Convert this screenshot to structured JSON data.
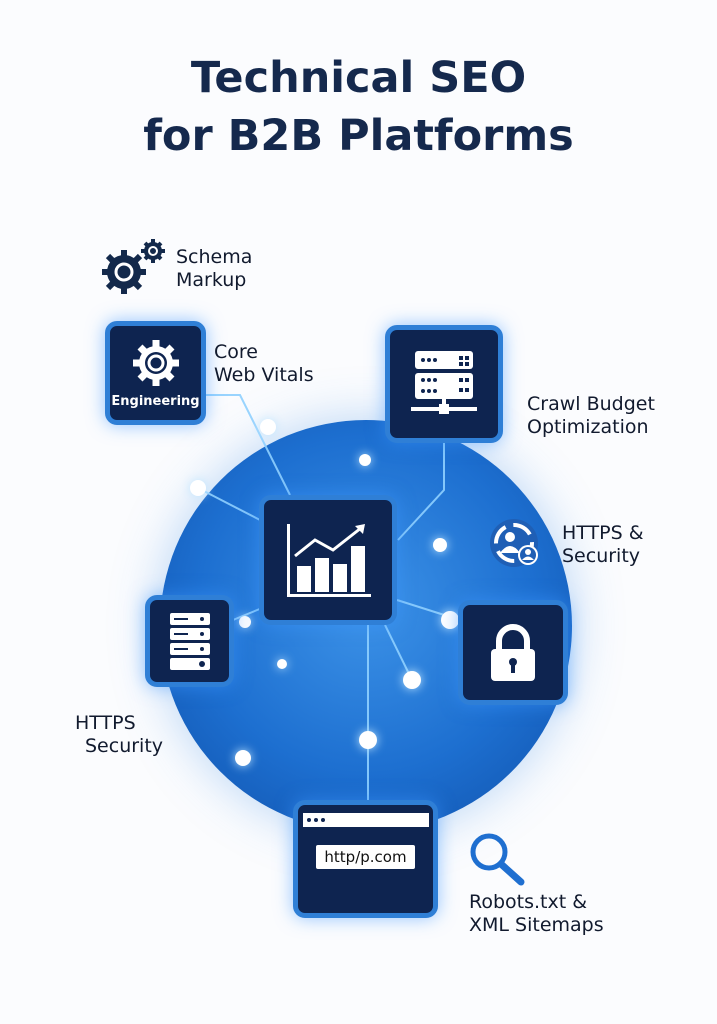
{
  "title": {
    "line1": "Technical SEO",
    "line2": "for B2B Platforms"
  },
  "labels": {
    "schema": [
      "Schema",
      "Markup"
    ],
    "core": [
      "Core",
      "Web Vitals"
    ],
    "crawl": [
      "Crawl Budget",
      "Optimization"
    ],
    "https1": [
      "HTTPS &",
      "Security"
    ],
    "https2": [
      "HTTPS",
      "Security"
    ],
    "robots": [
      "Robots.txt &",
      "XML Sitemaps"
    ]
  },
  "engineering_box": {
    "label": "Engineering"
  },
  "browser": {
    "url": "http/p.com"
  },
  "colors": {
    "navy": "#0e2450",
    "accent": "#2f7fd6",
    "sphere": "#1d6fd0"
  }
}
